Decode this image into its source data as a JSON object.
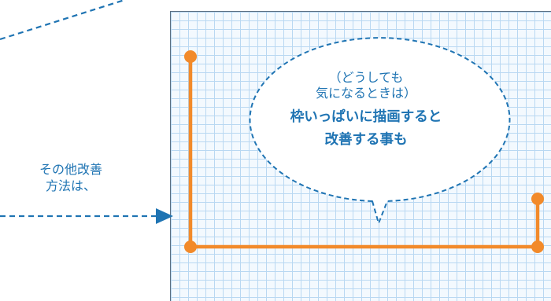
{
  "side_note": {
    "line1": "その他改善",
    "line2": "方法は、"
  },
  "bubble": {
    "sub_line1": "（どうしても",
    "sub_line2": "気になるときは）",
    "main_line1": "枠いっぱいに描画すると",
    "main_line2": "改善する事も"
  },
  "colors": {
    "accent_blue": "#1f74b3",
    "signal_orange": "#f28a2a",
    "grid_line": "#b9d8f2"
  }
}
